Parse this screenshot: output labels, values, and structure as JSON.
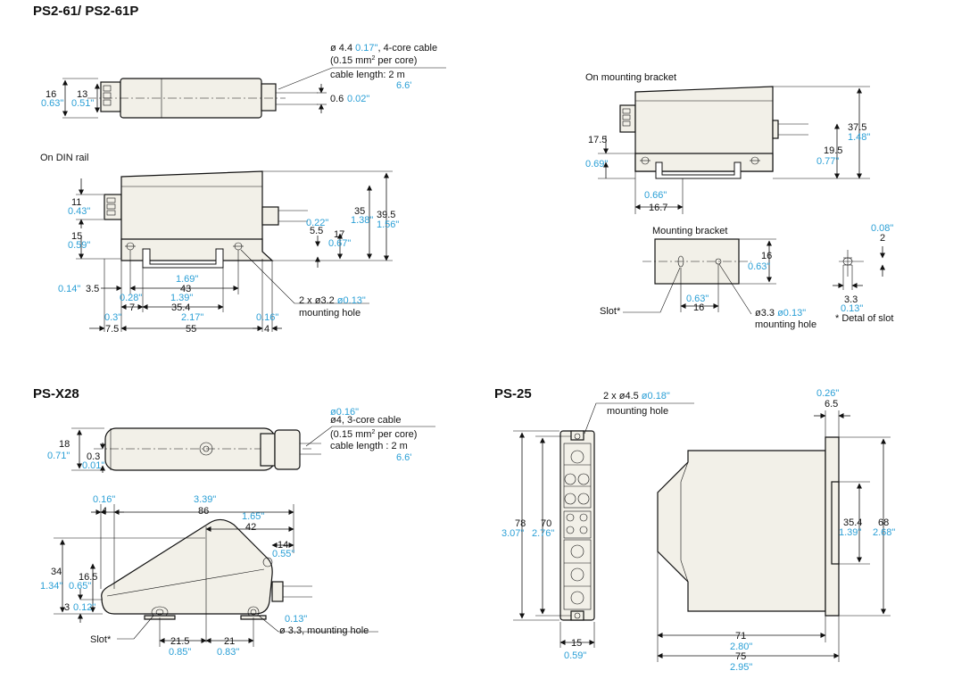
{
  "titles": {
    "ps261": "PS2-61/ PS2-61P",
    "psx28": "PS-X28",
    "ps25": "PS-25"
  },
  "ps261_top": {
    "cable_spec_1a": "ø 4.4 ",
    "cable_spec_1b": "0.17\"",
    "cable_spec_1c": ", 4-core cable",
    "cable_spec_2a": "(0.15 mm",
    "cable_spec_2b": "2",
    "cable_spec_2c": " per core)",
    "cable_len": "cable length: 2 m",
    "cable_len_ft": "6.6'",
    "h16": "16",
    "h16_in": "0.63\"",
    "h13": "13",
    "h13_in": "0.51\"",
    "d06": "0.6",
    "d06_in": "0.02\""
  },
  "ps261_din": {
    "label": "On DIN rail",
    "d11": "11",
    "d11_in": "0.43\"",
    "d15": "15",
    "d15_in": "0.59\"",
    "d35": "35",
    "d35_in": "1.38\"",
    "d395": "39.5",
    "d395_in": "1.56\"",
    "d022_in": "0.22\"",
    "d55": "5.5",
    "d17": "17",
    "d067_in": "0.67\"",
    "d014_in": "0.14\"",
    "d35b": "3.5",
    "d169_in": "1.69\"",
    "d43": "43",
    "d028_in": "0.28\"",
    "d139_in": "1.39\"",
    "d7": "7",
    "d354": "35.4",
    "hole_a": "2 x ø3.2 ",
    "hole_b": "ø0.13\"",
    "hole_label": "mounting hole",
    "d03_in": "0.3\"",
    "d217_in": "2.17\"",
    "d016_in": "0.16\"",
    "d75": "7.5",
    "d55b": "55",
    "d4": "4"
  },
  "bracket_mount": {
    "label": "On mounting bracket",
    "d375": "37.5",
    "d375_in": "1.48\"",
    "d175": "17.5",
    "d175_in": "0.69\"",
    "d195": "19.5",
    "d195_in": "0.77\"",
    "d066_in": "0.66\"",
    "d167": "16.7"
  },
  "bracket": {
    "label": "Mounting bracket",
    "d16": "16",
    "d16_in": "0.63\"",
    "d063_in": "0.63\"",
    "d16w": "16",
    "slot": "Slot*",
    "hole_a": "ø3.3 ",
    "hole_b": "ø0.13\"",
    "hole_label": "mounting hole",
    "d008_in": "0.08\"",
    "d2": "2",
    "d33": "3.3",
    "d013_in": "0.13\"",
    "detail": "* Detal of slot"
  },
  "psx28": {
    "cable_in": "ø0.16\"",
    "cable_a": "ø4, 3-core cable",
    "cable_b1": "(0.15 mm",
    "cable_b2": "2",
    "cable_b3": " per core)",
    "cable_len": "cable length : 2 m",
    "cable_ft": "6.6'",
    "d18": "18",
    "d071_in": "0.71\"",
    "d03": "0.3",
    "d001_in": "0.01\"",
    "d016_in": "0.16\"",
    "d4": "4",
    "d339_in": "3.39\"",
    "d86": "86",
    "d165_in": "1.65\"",
    "d42": "42",
    "d14": "14",
    "d055_in": "0.55\"",
    "d34": "34",
    "d134_in": "1.34\"",
    "d165": "16.5",
    "d065_in": "0.65\"",
    "d3": "3",
    "d012_in": "0.12\"",
    "d013_in": "0.13\"",
    "hole": "ø 3.3,  mounting hole",
    "slot": "Slot*",
    "d215": "21.5",
    "d085_in": "0.85\"",
    "d21": "21",
    "d083_in": "0.83\""
  },
  "ps25": {
    "hole_a": "2 x ø4.5  ",
    "hole_b": "ø0.18\"",
    "hole_label": "mounting hole",
    "d78": "78",
    "d307_in": "3.07\"",
    "d70": "70",
    "d276_in": "2.76\"",
    "d15": "15",
    "d059_in": "0.59\"",
    "d026_in": "0.26\"",
    "d65": "6.5",
    "d354": "35.4",
    "d139_in": "1.39\"",
    "d68": "68",
    "d268_in": "2.68\"",
    "d71": "71",
    "d280_in": "2.80\"",
    "d75": "75",
    "d295_in": "2.95\""
  }
}
